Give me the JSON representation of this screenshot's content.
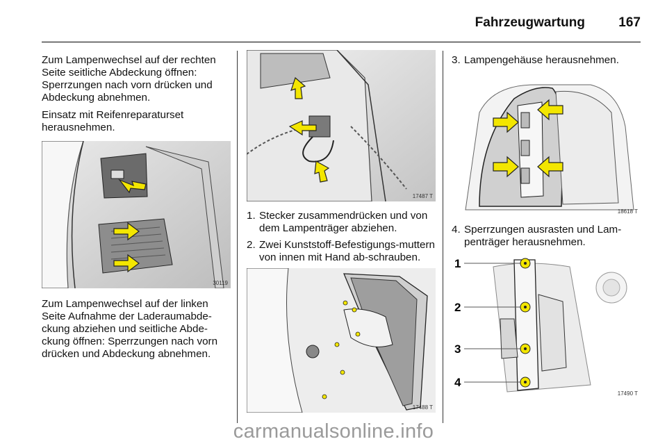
{
  "header": {
    "section_title": "Fahrzeugwartung",
    "page_number": "167"
  },
  "column1": {
    "para1": "Zum Lampenwechsel auf der rechten Seite seitliche Abdeckung öffnen: Sperrzungen nach vorn drücken und Abdeckung abnehmen.",
    "para2": "Einsatz mit Reifenreparaturset herausnehmen.",
    "figure_number": "30119",
    "para3": "Zum Lampenwechsel auf der linken Seite Aufnahme der Laderaumabde-ckung abziehen und seitliche Abde-ckung öffnen: Sperrzungen nach vorn drücken und Abdeckung abnehmen."
  },
  "column2": {
    "figure1_number": "17487 T",
    "steps": [
      {
        "num": "1.",
        "text": "Stecker zusammendrücken und von dem Lampenträger abziehen."
      },
      {
        "num": "2.",
        "text": "Zwei Kunststoff-Befestigungs-muttern von innen mit Hand ab-schrauben."
      }
    ],
    "figure2_number": "17488 T"
  },
  "column3": {
    "step3": {
      "num": "3.",
      "text": "Lampengehäuse herausnehmen."
    },
    "figure1_number": "18618 T",
    "step4": {
      "num": "4.",
      "text": "Sperrzungen ausrasten und Lam-penträger herausnehmen."
    },
    "callouts": [
      "1",
      "2",
      "3",
      "4"
    ],
    "figure2_number": "17490 T"
  },
  "watermark": "carmanualsonline.info",
  "colors": {
    "arrow_yellow": "#f3e600",
    "outline": "#222222",
    "shade": "#d9d9d9"
  }
}
